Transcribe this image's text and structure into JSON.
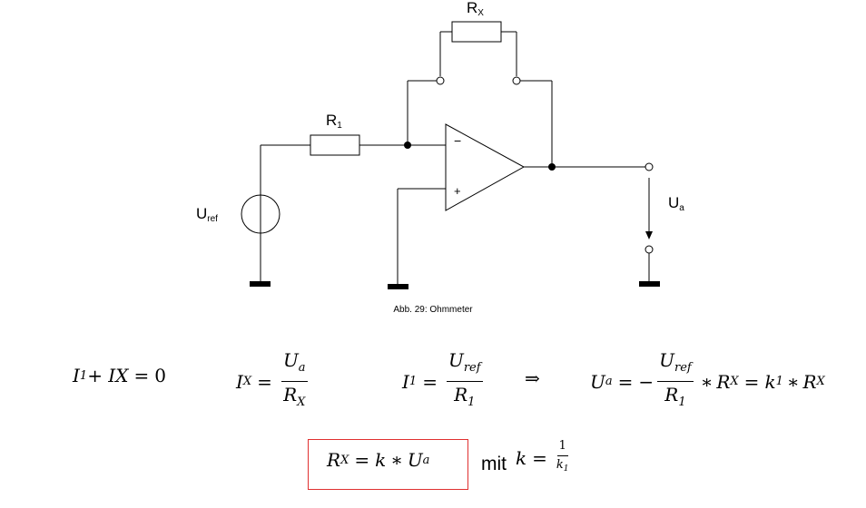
{
  "labels": {
    "rx": "R",
    "rx_sub": "X",
    "r1": "R",
    "r1_sub": "1",
    "uref": "U",
    "uref_sub": "ref",
    "ua": "U",
    "ua_sub": "a",
    "minus": "−",
    "plus": "+"
  },
  "caption": "Abb. 29: Ohmmeter",
  "equations": {
    "eq1": {
      "lhs": "I",
      "lhs_sub": "1",
      "mid": " + IX",
      "eq": "=",
      "rhs": "0"
    },
    "eq2": {
      "lhs": "I",
      "lhs_sub": "X",
      "eq": "=",
      "num": "U",
      "num_sub": "a",
      "den": "R",
      "den_sub": "X"
    },
    "eq3": {
      "lhs": "I",
      "lhs_sub": "1",
      "eq": "=",
      "num": "U",
      "num_sub": "ref",
      "den": "R",
      "den_sub": "1"
    },
    "arrow": "⇒",
    "eq4": {
      "lhs": "U",
      "lhs_sub": "a",
      "eq": "=",
      "minus": "−",
      "num": "U",
      "num_sub": "ref",
      "den": "R",
      "den_sub": "1",
      "star": "∗",
      "t1": "R",
      "t1_sub": "X",
      "eq2": "=",
      "k": "k",
      "k_sub": "1",
      "star2": "∗",
      "t2": "R",
      "t2_sub": "X"
    }
  },
  "result": {
    "lhs": "R",
    "lhs_sub": "X",
    "eq": "=",
    "k": "k",
    "star": "∗",
    "u": "U",
    "u_sub": "a"
  },
  "mit": "mit",
  "kdef": {
    "k": "k",
    "eq": "=",
    "num": "1",
    "den": "k",
    "den_sub": "1"
  },
  "colors": {
    "line": "#000000",
    "box": "#e03030"
  }
}
